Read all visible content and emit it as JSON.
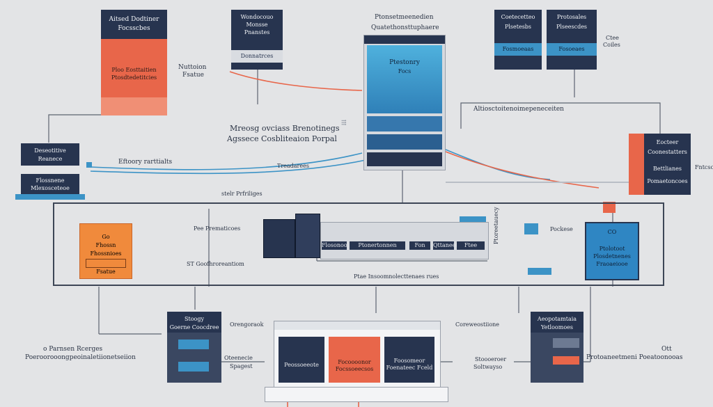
{
  "colors": {
    "navy": "#27344f",
    "orange": "#e8664a",
    "blue": "#3c93c6",
    "bg": "#e3e4e6",
    "line": "#6b7280"
  },
  "top_left_card": {
    "title_1": "Aitsed Dodtiner",
    "title_2": "Focsscbes"
  },
  "orange_top": {
    "line_1": "Ploo Eosttaitien",
    "line_2": "Ptosdtedetitcies"
  },
  "label_nuttoion": {
    "line_1": "Nuttoion",
    "line_2": "Fsatue"
  },
  "card_wondocouo": {
    "line_1": "Wondocouo",
    "line_2": "Monsse",
    "line_3": "Pnanstes",
    "button": "Donnatrces"
  },
  "center_heading": {
    "line_1": "Ptonsetmeenedien",
    "line_2": "Quatethonsttuphaere"
  },
  "server": {
    "line_1": "Ptestonry",
    "line_2": "Focs"
  },
  "card_coetecetteo": {
    "line_1": "Coetecetteo",
    "line_2": "Plsetesbs",
    "button": "Fosmoeaas"
  },
  "card_protosales": {
    "line_1": "Protosales",
    "line_2": "Plseescdes",
    "button": "Fosoeaes"
  },
  "label_ctee": {
    "line_1": "Ctee",
    "line_2": "Coiles"
  },
  "label_mreosg": {
    "line_1": "Mreosg ovciass Brenotinegs",
    "line_2": "Agssece Cosbliteaion Porpal"
  },
  "label_altiosct": "Altiosctoitenoimepeneceiten",
  "card_deseotitive": {
    "line_1": "Deseotitive",
    "line_2": "Reanece",
    "line_3": "Flossnene",
    "line_4": "Mlexosceteoe"
  },
  "label_eftoory": "Eftoory rarttialts",
  "label_treadarees": "Treadarees",
  "card_eocteer": {
    "line_1": "Eocteer",
    "line_2": "Coonestatters",
    "line_3": "Bettlianes",
    "line_4": "Pomaetoncoes"
  },
  "label_right_edge": "Fntcsco",
  "label_stelrfriliges": "stelr Prfriliges",
  "bus": {
    "orange_card": {
      "line_1": "Go",
      "line_2": "Fhossn",
      "line_3": "Fhossnioes",
      "line_4": "Fsatue"
    },
    "label_pe": "Pee Prematicoes",
    "label_st": "ST Goofhroreantiom",
    "modules": [
      "Flosonoo",
      "Ptonertonnen",
      "Fon",
      "Qttaneetoes",
      "Ftee"
    ],
    "label_vertical": "Ptoreetauecy",
    "label_pockese": "Pockese",
    "blue_card": {
      "line_1": "CO",
      "line_2": "Ptolotoot",
      "line_3": "Plosdetnenes",
      "line_4": "Fraoaeiooe"
    },
    "caption": "Ptae Insoomnolecttenaes rues"
  },
  "bottom_left": {
    "line_1": "o Parnsen Rcerges",
    "line_2": "Poeroorooongpeoinaletiionetseiion"
  },
  "bottom_card_1": {
    "line_1": "Stoogy",
    "line_2": "Goerne Coocdree"
  },
  "label_orengoraok": "Orengoraok",
  "label_oteenecie": {
    "line_1": "Oteenecie",
    "line_2": "Spagest"
  },
  "bottom_panels": {
    "p1": "Peossoeeote",
    "p2_1": "Focoooonor",
    "p2_2": "Focssoeecsos",
    "p3_1": "Foosomeor",
    "p3_2": "Foenateec Fceld"
  },
  "label_coreweostiione": "Coreweostiione",
  "label_stoooeroer": {
    "line_1": "Stoooeroer",
    "line_2": "Soltwayso"
  },
  "bottom_card_2": {
    "line_1": "Aeopotamtaia",
    "line_2": "Yetloomoes"
  },
  "bottom_right": {
    "line_1": "Ott",
    "line_2": "Protoaneetmeni Poeatoonooas"
  }
}
